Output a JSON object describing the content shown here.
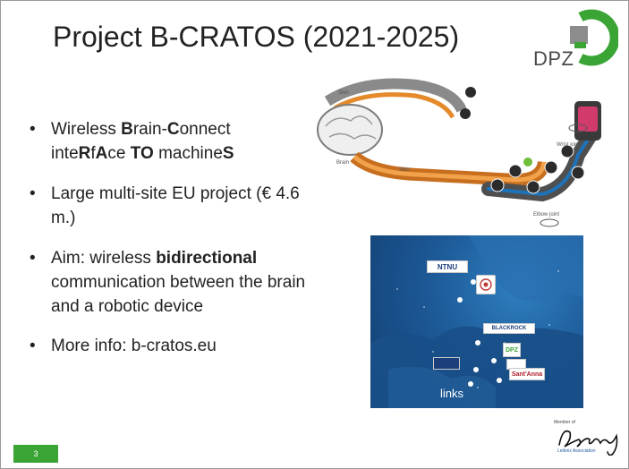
{
  "slide": {
    "title": "Project B-CRATOS (2021-2025)",
    "page_number": "3"
  },
  "logo": {
    "text": "DPZ",
    "green": "#3aa535",
    "gray": "#8c8c8c"
  },
  "bullets": {
    "marker": "•",
    "b1": {
      "t1": "Wireless ",
      "t2": "B",
      "t3": "rain-",
      "t4": "C",
      "t5": "onnect",
      "t6": "inte",
      "t7": "R",
      "t8": "f",
      "t9": "A",
      "t10": "ce ",
      "t11": "TO",
      "t12": " machine",
      "t13": "S"
    },
    "b2": {
      "text": "Large multi-site EU project (€ 4.6 m.)"
    },
    "b3": {
      "pre": "Aim: wireless ",
      "bold": "bidirectional",
      "post": " communication between the brain and a robotic device"
    },
    "b4": {
      "text": "More info: b-cratos.eu"
    }
  },
  "diagram": {
    "labels": {
      "skin": "Skin",
      "muscle": "Muscle",
      "brain": "Brain",
      "wrist_joint": "Wrist joint",
      "elbow_joint": "Elbow joint"
    }
  },
  "map": {
    "badges": {
      "ntnu": "NTNU",
      "blackrock": "BLACKROCK",
      "dpz": "DPZ",
      "santanna": "Sant'Anna",
      "links": "links"
    }
  },
  "footer": {
    "leibniz_member": "Member of",
    "leibniz_wordmark": "Leibniz",
    "leibniz_assoc": "Leibniz Association"
  }
}
